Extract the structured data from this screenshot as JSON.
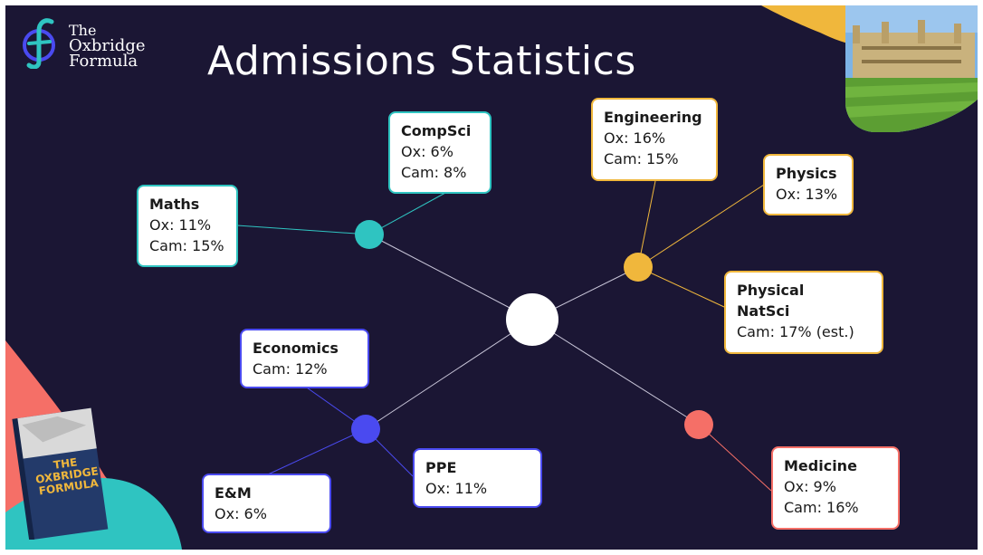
{
  "header": {
    "title": "Admissions Statistics",
    "logo_lines": [
      "The",
      "Oxbridge",
      "Formula"
    ]
  },
  "colors": {
    "background": "#1b1634",
    "teal": "#2fc4c1",
    "yellow": "#f0b73c",
    "coral": "#f56f67",
    "blue": "#4a4af0",
    "center": "#ffffff"
  },
  "nodes": {
    "maths": {
      "lines": [
        "Maths",
        "Ox: 11%",
        "Cam: 15%"
      ],
      "color": "#2fc4c1"
    },
    "compsci": {
      "lines": [
        "CompSci",
        "Ox: 6%",
        "Cam: 8%"
      ],
      "color": "#2fc4c1"
    },
    "engineering": {
      "lines": [
        "Engineering",
        "Ox: 16%",
        "Cam: 15%"
      ],
      "color": "#f0b73c"
    },
    "physics": {
      "lines": [
        "Physics",
        "Ox: 13%"
      ],
      "color": "#f0b73c"
    },
    "physnatsci": {
      "lines": [
        "Physical",
        "NatSci",
        "Cam: 17% (est.)"
      ],
      "color": "#f0b73c"
    },
    "economics": {
      "lines": [
        "Economics",
        "Cam: 12%"
      ],
      "color": "#4a4af0"
    },
    "em": {
      "lines": [
        "E&M",
        "Ox: 6%"
      ],
      "color": "#4a4af0"
    },
    "ppe": {
      "lines": [
        "PPE",
        "Ox: 11%"
      ],
      "color": "#4a4af0"
    },
    "medicine": {
      "lines": [
        "Medicine",
        "Ox: 9%",
        "Cam: 16%"
      ],
      "color": "#f56f67"
    }
  },
  "book": {
    "title_lines": [
      "THE",
      "OXBRIDGE",
      "FORMULA"
    ]
  },
  "photo": {
    "description_icon": "college-building-photo"
  }
}
